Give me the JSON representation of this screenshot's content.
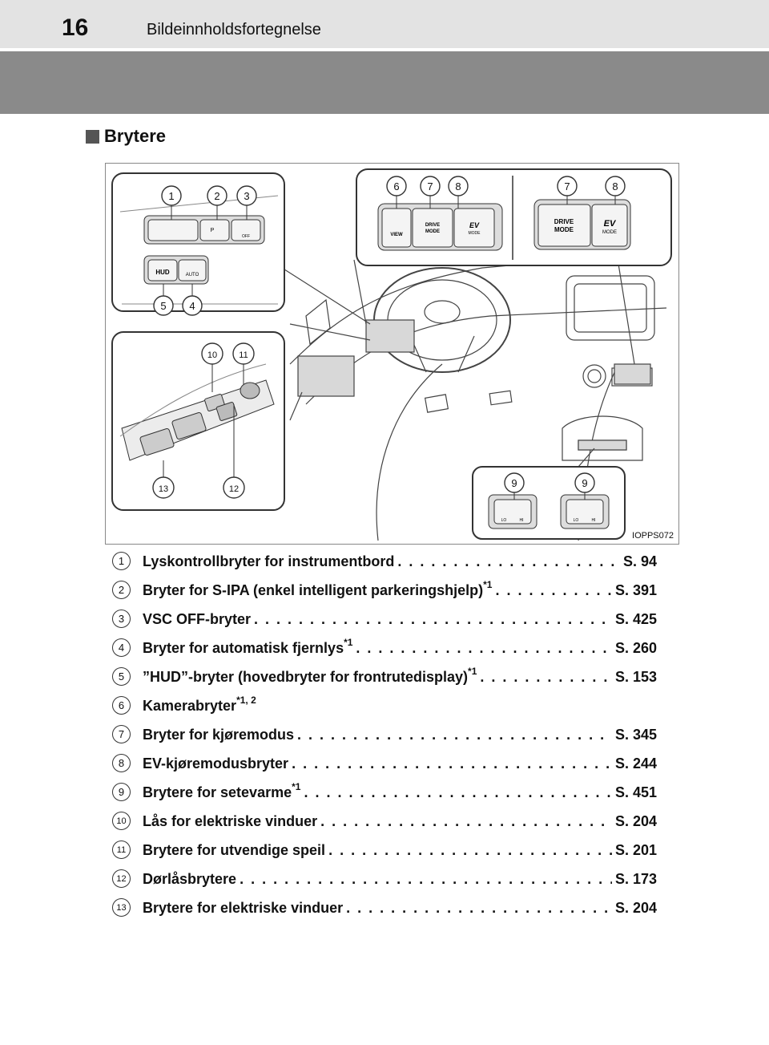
{
  "header": {
    "page_number": "16",
    "running_title": "Bildeinnholdsfortegnelse"
  },
  "section": {
    "title": "Brytere"
  },
  "figure": {
    "id": "IOPPS072",
    "callouts": [
      "1",
      "2",
      "3",
      "4",
      "5",
      "6",
      "7",
      "8",
      "7",
      "8",
      "9",
      "9",
      "10",
      "11",
      "12",
      "13"
    ],
    "labels": {
      "view": "VIEW",
      "drive": "DRIVE",
      "mode": "MODE",
      "ev": "EV",
      "ev_mode": "MODE",
      "hud": "HUD",
      "auto": "AUTO",
      "off": "OFF",
      "p": "P",
      "lo": "LO",
      "hi": "HI"
    }
  },
  "items": [
    {
      "num": "1",
      "label": "Lyskontrollbryter for instrumentbord",
      "sup": "",
      "page": "S. 94"
    },
    {
      "num": "2",
      "label": "Bryter for S-IPA (enkel intelligent parkeringshjelp)",
      "sup": "*1",
      "page": "S. 391"
    },
    {
      "num": "3",
      "label": "VSC OFF-bryter",
      "sup": "",
      "page": "S. 425"
    },
    {
      "num": "4",
      "label": "Bryter for automatisk fjernlys",
      "sup": "*1",
      "page": "S. 260"
    },
    {
      "num": "5",
      "label": "”HUD”-bryter (hovedbryter for frontrutedisplay)",
      "sup": "*1",
      "page": "S. 153"
    },
    {
      "num": "6",
      "label": "Kamerabryter",
      "sup": "*1, 2",
      "page": ""
    },
    {
      "num": "7",
      "label": "Bryter for kjøremodus",
      "sup": "",
      "page": "S. 345"
    },
    {
      "num": "8",
      "label": "EV-kjøremodusbryter",
      "sup": "",
      "page": "S. 244"
    },
    {
      "num": "9",
      "label": "Brytere for setevarme",
      "sup": "*1",
      "page": "S. 451"
    },
    {
      "num": "10",
      "label": "Lås for elektriske vinduer",
      "sup": "",
      "page": "S. 204"
    },
    {
      "num": "11",
      "label": "Brytere for utvendige speil",
      "sup": "",
      "page": "S. 201"
    },
    {
      "num": "12",
      "label": "Dørlåsbrytere",
      "sup": "",
      "page": "S. 173"
    },
    {
      "num": "13",
      "label": "Brytere for elektriske vinduer",
      "sup": "",
      "page": "S. 204"
    }
  ]
}
